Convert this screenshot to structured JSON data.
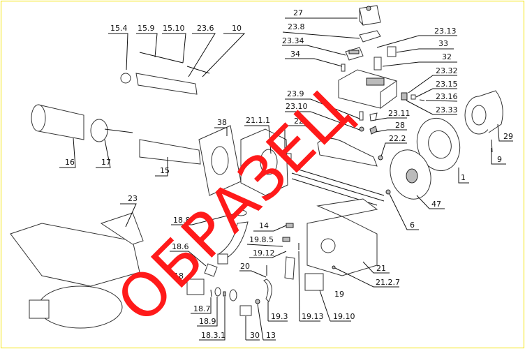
{
  "diagram_title": "",
  "watermark": "ОБРАЗЕЦ",
  "colors": {
    "watermark": "#ff1a1a",
    "border": "#f5e400",
    "line": "#111111"
  },
  "labels": {
    "l27": "27",
    "l23_8": "23.8",
    "l23_13": "23.13",
    "l23_34": "23.34",
    "l33": "33",
    "l34": "34",
    "l32": "32",
    "l15_4": "15.4",
    "l15_9": "15.9",
    "l15_10": "15.10",
    "l23_6": "23.6",
    "l10": "10",
    "l23_32": "23.32",
    "l23_15": "23.15",
    "l23_16": "23.16",
    "l23_33": "23.33",
    "l23_9": "23.9",
    "l23_10": "23.10",
    "l23_11": "23.11",
    "l28": "28",
    "l29": "29",
    "l38": "38",
    "l21_1_1": "21.1.1",
    "l22": "22",
    "l22_2": "22.2",
    "l16": "16",
    "l17": "17",
    "l15": "15",
    "l9": "9",
    "l1": "1",
    "l47": "47",
    "l23": "23",
    "l6": "6",
    "l18_8": "18.8",
    "l14": "14",
    "l19_8_5": "19.8.5",
    "l19_12": "19.12",
    "l18_6": "18.6",
    "l18": "18",
    "l20": "20",
    "l21": "21",
    "l21_2_7": "21.2.7",
    "l19": "19",
    "l18_7": "18.7",
    "l18_9": "18.9",
    "l18_3_1": "18.3.1",
    "l30": "30",
    "l13": "13",
    "l19_3": "19.3",
    "l19_13": "19.13",
    "l19_10": "19.10"
  }
}
